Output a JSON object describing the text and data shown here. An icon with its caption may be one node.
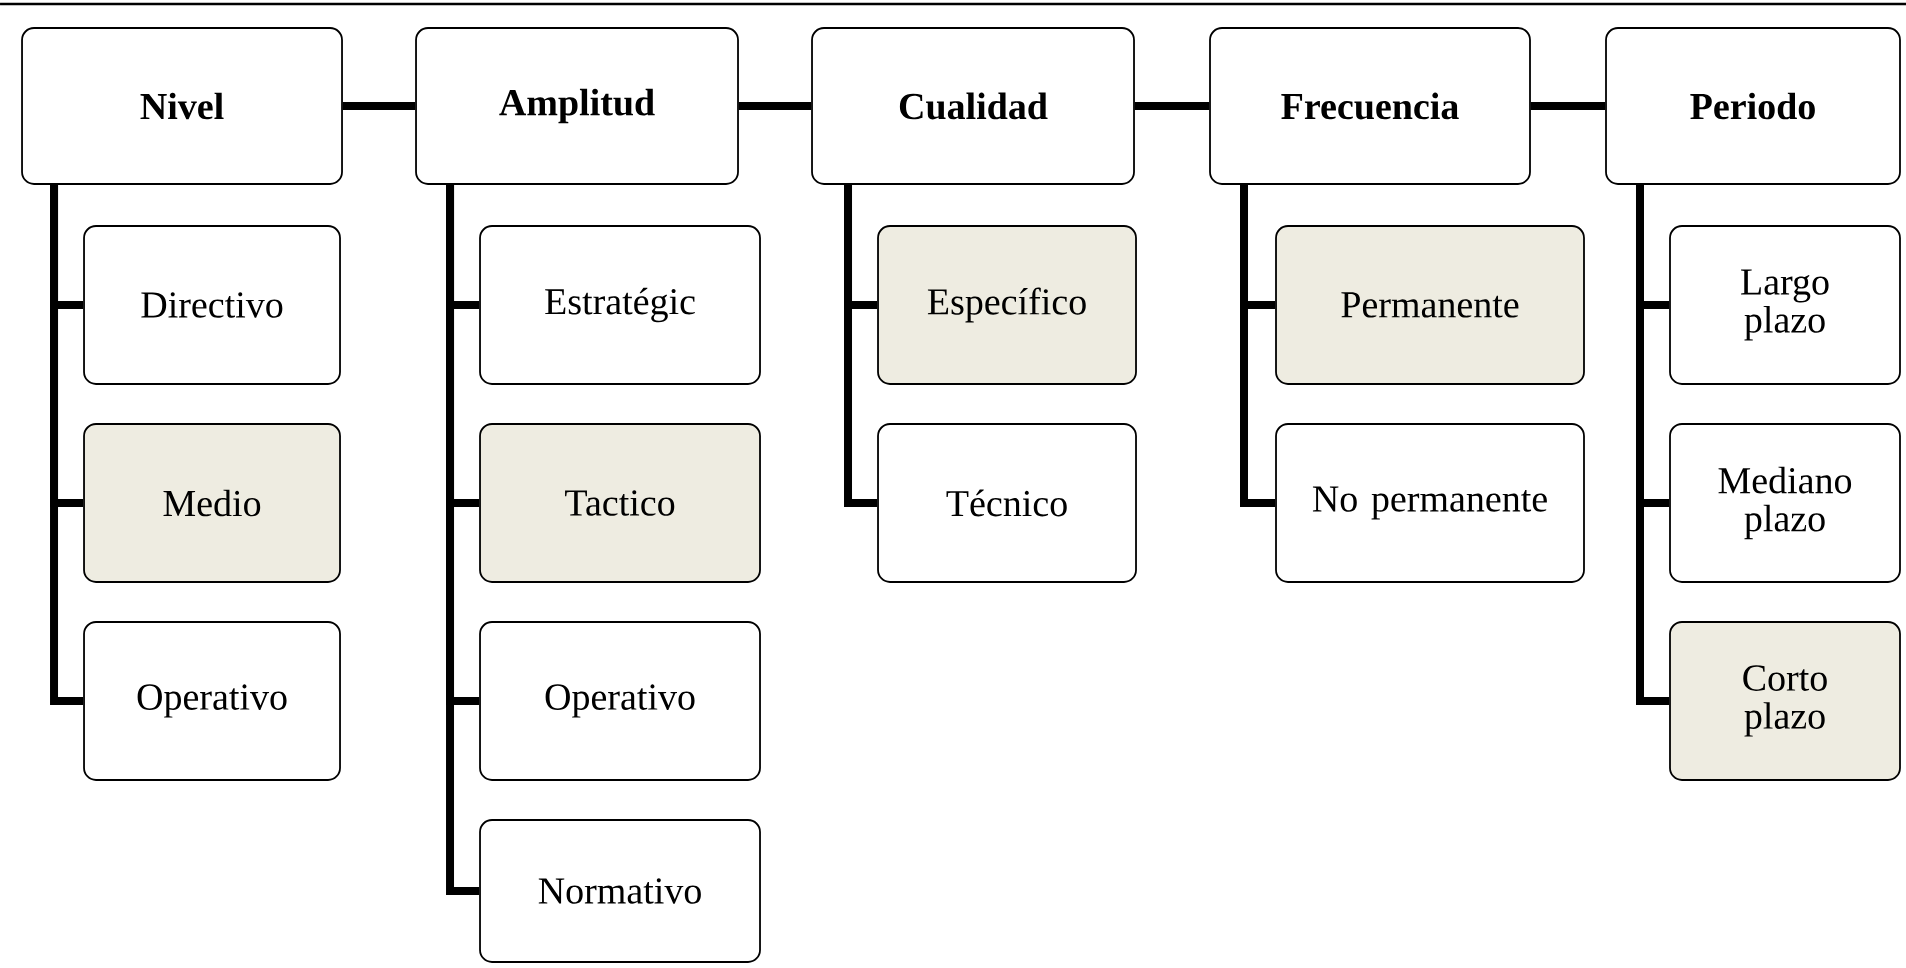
{
  "diagram": {
    "nodes": [
      {
        "text": [
          "Nivel"
        ]
      },
      {
        "text": [
          "Amplitud"
        ]
      },
      {
        "text": [
          "Cualidad"
        ]
      },
      {
        "text": [
          "Frecuencia"
        ]
      },
      {
        "text": [
          "Periodo"
        ]
      },
      {
        "text": [
          "Directivo"
        ]
      },
      {
        "text": [
          "Medio"
        ]
      },
      {
        "text": [
          "Operativo"
        ]
      },
      {
        "text": [
          "Estratégic"
        ]
      },
      {
        "text": [
          "Tactico"
        ]
      },
      {
        "text": [
          "Operativo"
        ]
      },
      {
        "text": [
          "Normativo"
        ]
      },
      {
        "text": [
          "Específico"
        ]
      },
      {
        "text": [
          "Técnico"
        ]
      },
      {
        "text": [
          "Permanente"
        ]
      },
      {
        "text": [
          "No permanente"
        ]
      },
      {
        "text": [
          "Largo plazo"
        ]
      },
      {
        "text": [
          "Mediano plazo"
        ]
      },
      {
        "text": [
          "Corto plazo"
        ]
      }
    ],
    "edges": [
      {
        "from": 0,
        "to": 1,
        "arrow": "none"
      },
      {
        "from": 1,
        "to": 2,
        "arrow": "none"
      },
      {
        "from": 2,
        "to": 3,
        "arrow": "none"
      },
      {
        "from": 3,
        "to": 4,
        "arrow": "none"
      },
      {
        "from": 0,
        "to": 5,
        "arrow": "none"
      },
      {
        "from": 0,
        "to": 6,
        "arrow": "none"
      },
      {
        "from": 0,
        "to": 7,
        "arrow": "none"
      },
      {
        "from": 1,
        "to": 8,
        "arrow": "none"
      },
      {
        "from": 1,
        "to": 9,
        "arrow": "none"
      },
      {
        "from": 1,
        "to": 10,
        "arrow": "none"
      },
      {
        "from": 1,
        "to": 11,
        "arrow": "none"
      },
      {
        "from": 2,
        "to": 12,
        "arrow": "none"
      },
      {
        "from": 2,
        "to": 13,
        "arrow": "none"
      },
      {
        "from": 3,
        "to": 14,
        "arrow": "none"
      },
      {
        "from": 3,
        "to": 15,
        "arrow": "none"
      },
      {
        "from": 4,
        "to": 16,
        "arrow": "none"
      },
      {
        "from": 4,
        "to": 17,
        "arrow": "none"
      },
      {
        "from": 4,
        "to": 18,
        "arrow": "none"
      }
    ]
  }
}
